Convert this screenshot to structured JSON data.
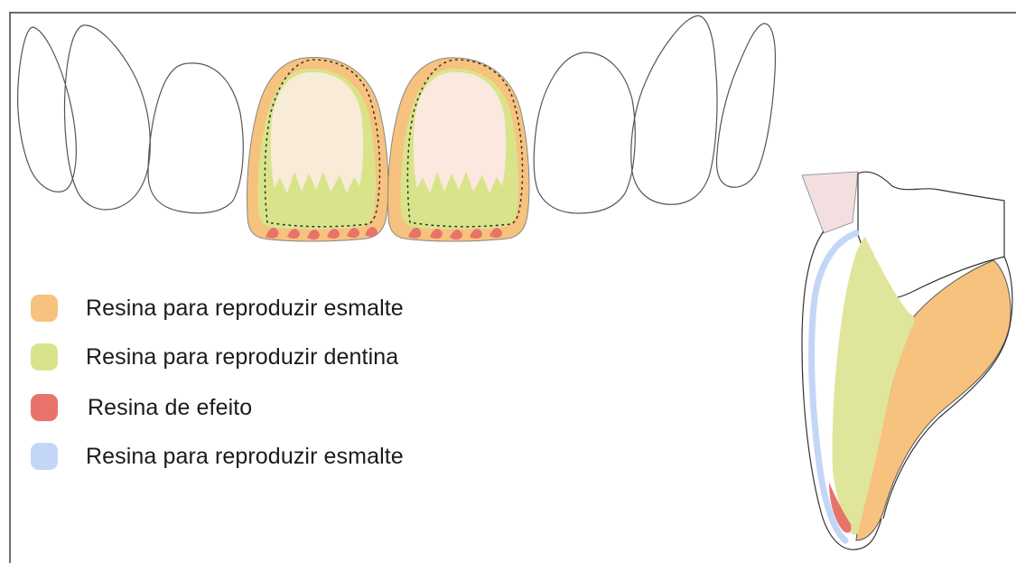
{
  "colors": {
    "esmalte": "#f6c27e",
    "dentina": "#d9e48a",
    "efeito": "#e8736a",
    "esmalte_translucido": "#c3d6f7",
    "incisal_bege": "#f8ecd8",
    "incisal_rosa": "#fbe9e0",
    "gengiva": "#f4dfe0",
    "contorno": "#555555"
  },
  "legend": [
    {
      "label": "Resina para reproduzir esmalte",
      "color": "#f6c27e",
      "icon": "orange-swatch"
    },
    {
      "label": "Resina para reproduzir dentina",
      "color": "#d9e48a",
      "icon": "green-swatch"
    },
    {
      "label": "Resina de efeito",
      "color": "#e8736a",
      "icon": "red-swatch"
    },
    {
      "label": "Resina para reproduzir esmalte",
      "color": "#c3d6f7",
      "icon": "blue-swatch"
    }
  ]
}
